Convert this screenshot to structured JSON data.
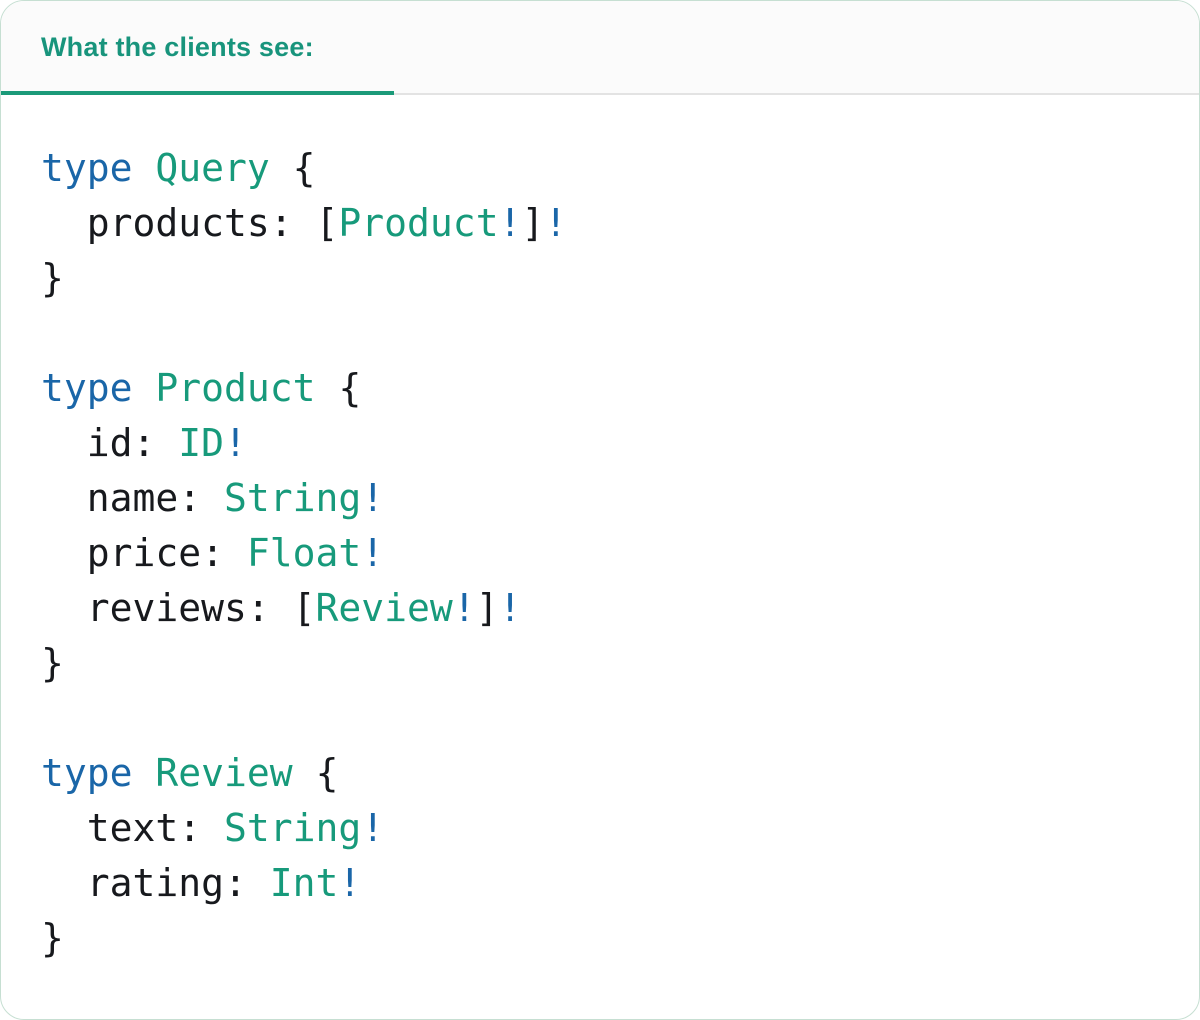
{
  "panel": {
    "tab": {
      "label": "What the clients see:"
    }
  },
  "colors": {
    "tab_teal": "#18947c",
    "underline_green": "#1b9a79",
    "divider_gray": "#e3e3e3",
    "header_bg": "#fbfbfb",
    "border_green": "#c6dfd2",
    "keyword_blue": "#1a66a8",
    "type_green": "#179a7b",
    "text_dark": "#17191d",
    "card_bg": "#ffffff"
  },
  "code": {
    "lines": [
      [
        {
          "t": "type",
          "s": "kw"
        },
        {
          "t": " ",
          "s": "plain"
        },
        {
          "t": "Query",
          "s": "type"
        },
        {
          "t": " {",
          "s": "plain"
        }
      ],
      [
        {
          "t": "  products: [",
          "s": "plain"
        },
        {
          "t": "Product",
          "s": "type"
        },
        {
          "t": "!",
          "s": "bang"
        },
        {
          "t": "]",
          "s": "plain"
        },
        {
          "t": "!",
          "s": "bang"
        }
      ],
      [
        {
          "t": "}",
          "s": "plain"
        }
      ],
      [],
      [
        {
          "t": "type",
          "s": "kw"
        },
        {
          "t": " ",
          "s": "plain"
        },
        {
          "t": "Product",
          "s": "type"
        },
        {
          "t": " {",
          "s": "plain"
        }
      ],
      [
        {
          "t": "  id: ",
          "s": "plain"
        },
        {
          "t": "ID",
          "s": "type"
        },
        {
          "t": "!",
          "s": "bang"
        }
      ],
      [
        {
          "t": "  name: ",
          "s": "plain"
        },
        {
          "t": "String",
          "s": "type"
        },
        {
          "t": "!",
          "s": "bang"
        }
      ],
      [
        {
          "t": "  price: ",
          "s": "plain"
        },
        {
          "t": "Float",
          "s": "type"
        },
        {
          "t": "!",
          "s": "bang"
        }
      ],
      [
        {
          "t": "  reviews: [",
          "s": "plain"
        },
        {
          "t": "Review",
          "s": "type"
        },
        {
          "t": "!",
          "s": "bang"
        },
        {
          "t": "]",
          "s": "plain"
        },
        {
          "t": "!",
          "s": "bang"
        }
      ],
      [
        {
          "t": "}",
          "s": "plain"
        }
      ],
      [],
      [
        {
          "t": "type",
          "s": "kw"
        },
        {
          "t": " ",
          "s": "plain"
        },
        {
          "t": "Review",
          "s": "type"
        },
        {
          "t": " {",
          "s": "plain"
        }
      ],
      [
        {
          "t": "  text: ",
          "s": "plain"
        },
        {
          "t": "String",
          "s": "type"
        },
        {
          "t": "!",
          "s": "bang"
        }
      ],
      [
        {
          "t": "  rating: ",
          "s": "plain"
        },
        {
          "t": "Int",
          "s": "type"
        },
        {
          "t": "!",
          "s": "bang"
        }
      ],
      [
        {
          "t": "}",
          "s": "plain"
        }
      ]
    ]
  }
}
